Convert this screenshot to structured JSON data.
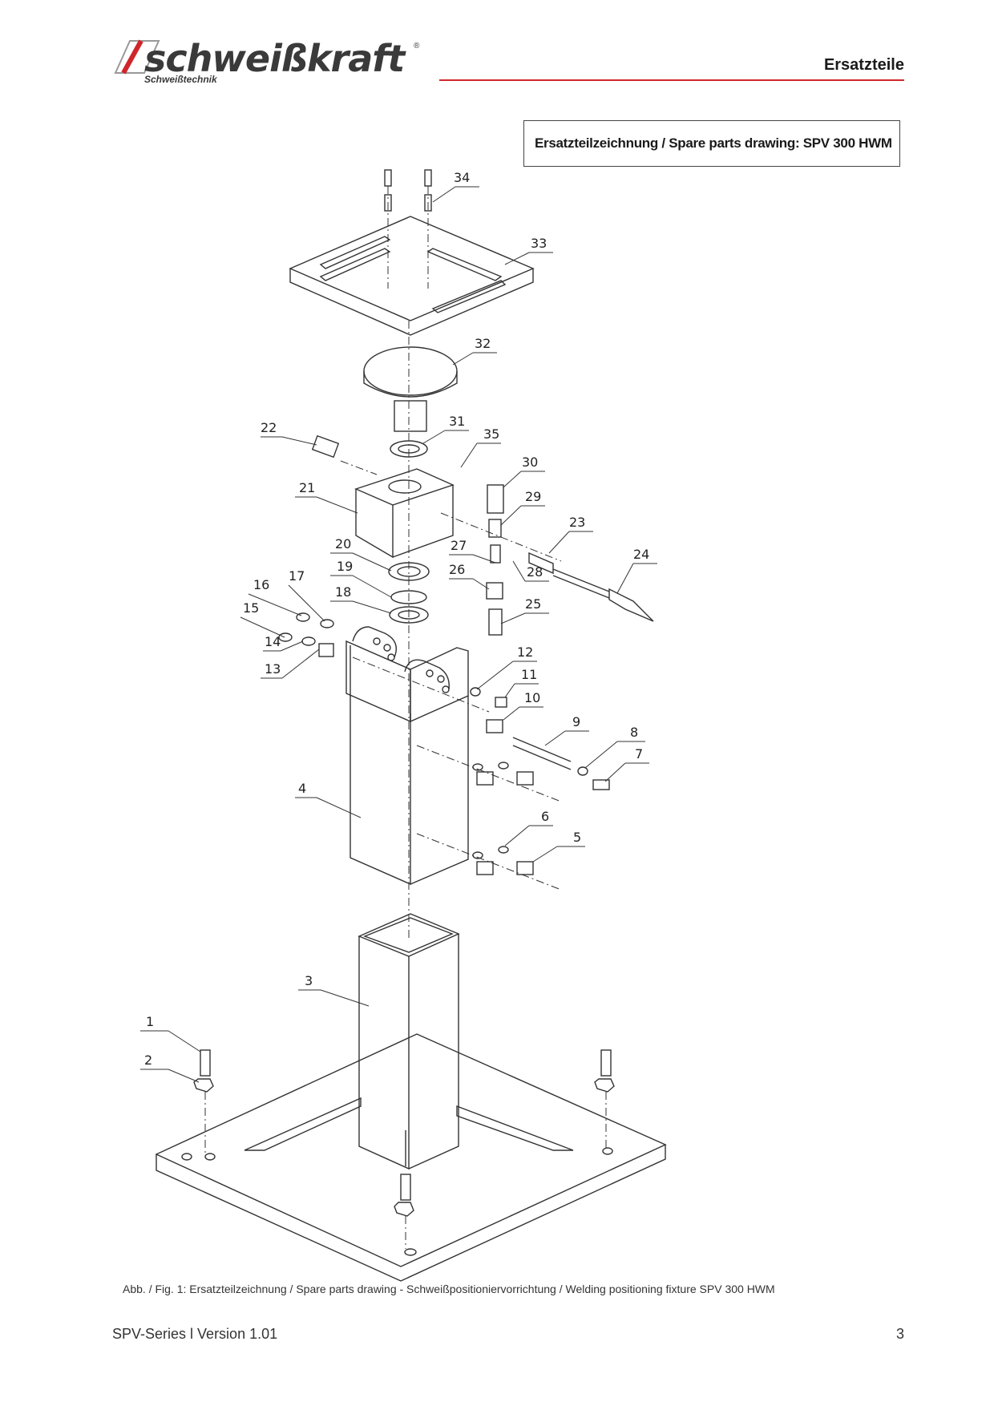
{
  "header": {
    "brand": "schweißkraft",
    "brand_sub": "Schweißtechnik",
    "brand_reg": "®",
    "section_title": "Ersatzteile",
    "accent_color": "#d0262b"
  },
  "title_box": {
    "text": "Ersatzteilzeichnung / Spare parts drawing: SPV 300 HWM"
  },
  "drawing": {
    "part_numbers": [
      "1",
      "2",
      "3",
      "4",
      "5",
      "6",
      "7",
      "8",
      "9",
      "10",
      "11",
      "12",
      "13",
      "14",
      "15",
      "16",
      "17",
      "18",
      "19",
      "20",
      "21",
      "22",
      "23",
      "24",
      "25",
      "26",
      "27",
      "28",
      "29",
      "30",
      "31",
      "32",
      "33",
      "34",
      "35"
    ]
  },
  "caption": "Abb. / Fig. 1: Ersatzteilzeichnung  / Spare parts drawing - Schweißpositioniervorrichtung / Welding positioning fixture  SPV 300 HWM",
  "footer": {
    "left": "SPV-Series  l Version 1.01",
    "page_number": "3"
  }
}
